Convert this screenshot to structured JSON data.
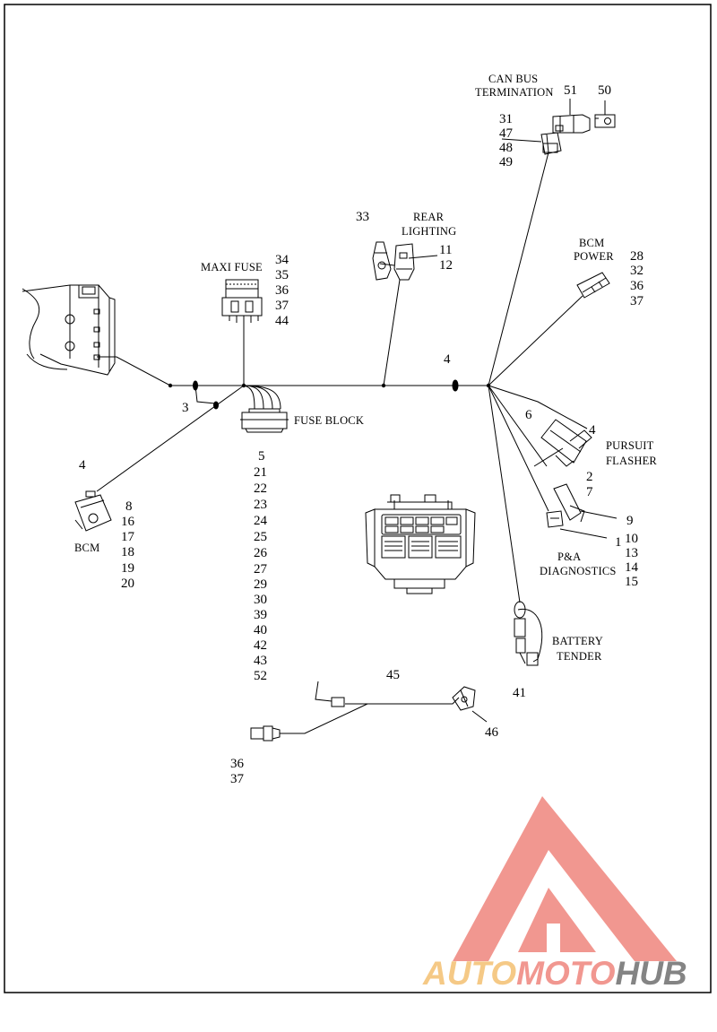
{
  "labels": {
    "can_bus": [
      "CAN BUS",
      "TERMINATION"
    ],
    "rear_lighting": [
      "REAR",
      "LIGHTING"
    ],
    "maxi_fuse": "MAXI FUSE",
    "bcm_power": [
      "BCM",
      "POWER"
    ],
    "fuse_block": "FUSE BLOCK",
    "pursuit_flasher": [
      "PURSUIT",
      "FLASHER"
    ],
    "pa_diagnostics": [
      "P&A",
      "DIAGNOSTICS"
    ],
    "battery_tender": [
      "BATTERY",
      "TENDER"
    ],
    "bcm": "BCM"
  },
  "callouts": {
    "can_bus_left": [
      "31",
      "47",
      "48",
      "49"
    ],
    "n51": "51",
    "n50": "50",
    "n33": "33",
    "rear_lighting_nums": [
      "11",
      "12"
    ],
    "maxi_fuse_nums": [
      "34",
      "35",
      "36",
      "37",
      "44"
    ],
    "bcm_power_nums": [
      "28",
      "32",
      "36",
      "37"
    ],
    "n4_main": "4",
    "n3": "3",
    "n4_bcm": "4",
    "bcm_nums": [
      "8",
      "16",
      "17",
      "18",
      "19",
      "20"
    ],
    "fuse_block_nums": [
      "5",
      "21",
      "22",
      "23",
      "24",
      "25",
      "26",
      "27",
      "29",
      "30",
      "39",
      "40",
      "42",
      "43",
      "52"
    ],
    "n6": "6",
    "n4_flasher": "4",
    "flasher_nums": [
      "2",
      "7"
    ],
    "n9": "9",
    "pa_nums": [
      "1",
      "10",
      "13",
      "14",
      "15"
    ],
    "n41": "41",
    "n45": "45",
    "n46": "46",
    "bottom_nums": [
      "36",
      "37"
    ]
  },
  "watermark": {
    "part1": "AUTO",
    "part2": "MOTO",
    "part3": "HUB",
    "color_auto": "#f5c47a",
    "color_moto": "#f08c84",
    "color_hub": "#777777",
    "color_logo": "#f08c84"
  }
}
